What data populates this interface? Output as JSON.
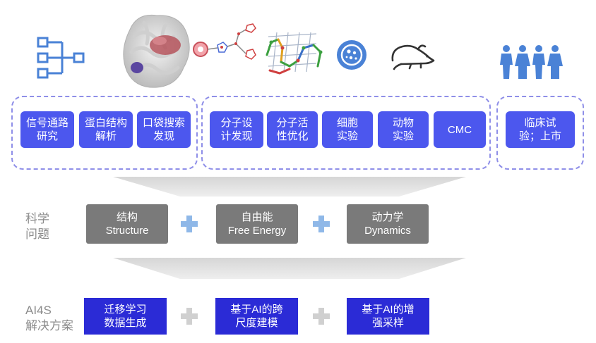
{
  "stages": [
    {
      "id": "signal",
      "label": "信号通路\n研究"
    },
    {
      "id": "protein",
      "label": "蛋白结构\n解析"
    },
    {
      "id": "pocket",
      "label": "口袋搜索\n发现"
    },
    {
      "id": "design",
      "label": "分子设\n计发现"
    },
    {
      "id": "optimize",
      "label": "分子活\n性优化"
    },
    {
      "id": "cell",
      "label": "细胞\n实验"
    },
    {
      "id": "animal",
      "label": "动物\n实验"
    },
    {
      "id": "cmc",
      "label": "CMC"
    },
    {
      "id": "clinical",
      "label": "临床试\n验；上市"
    }
  ],
  "science": {
    "label": "科学\n问题",
    "items": [
      {
        "id": "structure",
        "label": "结构\nStructure"
      },
      {
        "id": "energy",
        "label": "自由能\nFree Energy"
      },
      {
        "id": "dynamics",
        "label": "动力学\nDynamics"
      }
    ]
  },
  "ai": {
    "label": "AI4S\n解决方案",
    "items": [
      {
        "id": "transfer",
        "label": "迁移学习\n数据生成"
      },
      {
        "id": "multiscale",
        "label": "基于AI的跨\n尺度建模"
      },
      {
        "id": "sampling",
        "label": "基于AI的增\n强采样"
      }
    ]
  },
  "colors": {
    "stage": "#4c57ee",
    "science": "#7a7a7a",
    "ai": "#2b2bd6",
    "plus_blue": "#8fb8e8",
    "plus_gray": "#d0d0d0",
    "dashed": "#8f8fe8"
  },
  "icons": [
    "network-tree-icon",
    "protein-structure-icon",
    "molecule-icon",
    "crystal-lattice-icon",
    "cell-icon",
    "mouse-icon",
    "people-icon"
  ]
}
